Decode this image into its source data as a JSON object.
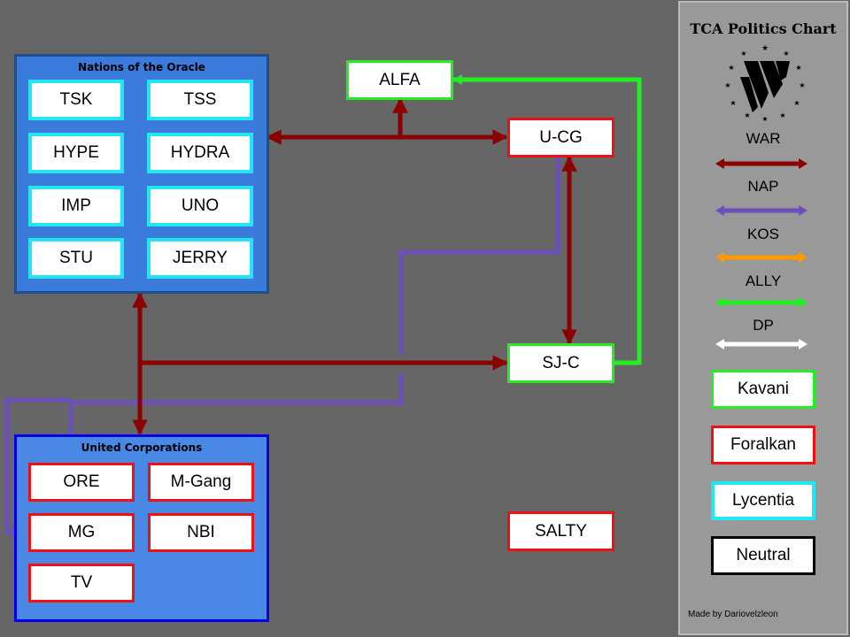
{
  "groups": {
    "oracle": {
      "title": "Nations of the Oracle",
      "members": [
        "TSK",
        "TSS",
        "HYPE",
        "HYDRA",
        "IMP",
        "UNO",
        "STU",
        "JERRY"
      ]
    },
    "united": {
      "title": "United Corporations",
      "members": [
        "ORE",
        "M-Gang",
        "MG",
        "NBI",
        "TV"
      ]
    }
  },
  "nodes": {
    "alfa": "ALFA",
    "ucg": "U-CG",
    "sjc": "SJ-C",
    "salty": "SALTY"
  },
  "legend": {
    "title": "TCA Politics Chart",
    "relations": [
      {
        "label": "WAR",
        "color": "#8b0000"
      },
      {
        "label": "NAP",
        "color": "#6b4fbb"
      },
      {
        "label": "KOS",
        "color": "#ff9900"
      },
      {
        "label": "ALLY",
        "color": "#22ee22"
      },
      {
        "label": "DP",
        "color": "#ffffff"
      }
    ],
    "factions": [
      {
        "label": "Kavani",
        "color": "#22ee22"
      },
      {
        "label": "Foralkan",
        "color": "#ee1111"
      },
      {
        "label": "Lycentia",
        "color": "#23e6f2"
      },
      {
        "label": "Neutral",
        "color": "#000000"
      }
    ],
    "credit": "Made by Dariovelzleon"
  },
  "colors": {
    "oracle_fill": "#3a7bdc",
    "oracle_border": "#1f4f8f",
    "united_fill": "#4a88e6",
    "united_border": "#0000ee"
  }
}
